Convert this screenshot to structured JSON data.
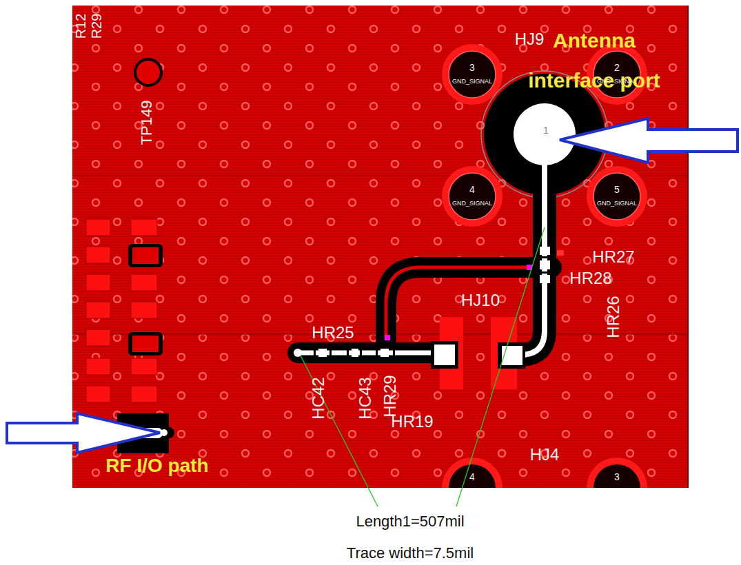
{
  "diagram": {
    "labels": [
      "R12",
      "R29",
      "TP149",
      "HJ9",
      "Antenna interface port",
      "3",
      "GND_SIGNAL",
      "2",
      "GND_SIGNAL",
      "1",
      "4",
      "GND_SIGNAL",
      "5",
      "GND_SIGNAL",
      "HR27",
      "HR28",
      "HR26",
      "HJ10",
      "HR25",
      "HC42",
      "HC43",
      "HR29",
      "HR19",
      "HJ4",
      "4",
      "3",
      "RF I/O path",
      "Length1=507mil",
      "Trace width=7.5mil"
    ]
  }
}
